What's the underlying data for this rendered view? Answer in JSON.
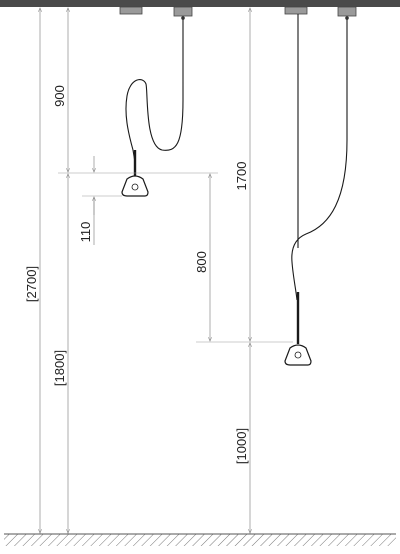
{
  "dimensions": {
    "total_height": "[2700]",
    "floor_to_lamp_left": "[1800]",
    "cord_loop": "900",
    "lamp_height": "110",
    "offset": "800",
    "cord_length_right": "1700",
    "floor_to_lamp_right": "[1000]"
  },
  "colors": {
    "line": "#1a1a1a",
    "dimension": "#8a8a8a",
    "ceiling": "#4a4a4a"
  }
}
